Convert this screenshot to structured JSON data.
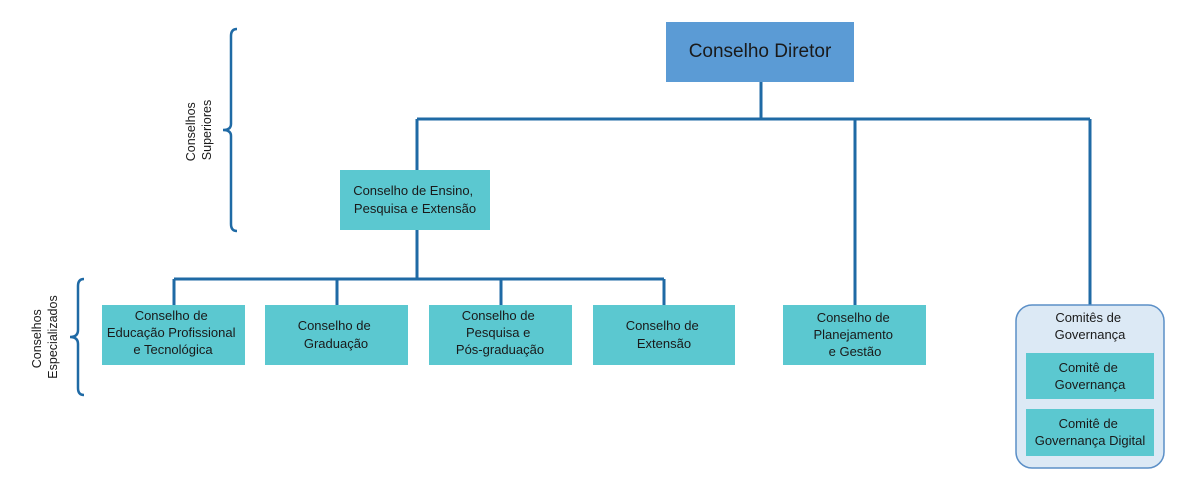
{
  "diagram": {
    "side_labels": {
      "superiores": [
        "Conselhos",
        "Superiores"
      ],
      "especializados": [
        "Conselhos",
        "Especializados"
      ]
    },
    "nodes": {
      "conselho_diretor": [
        "Conselho Diretor"
      ],
      "conselho_ensino": [
        "Conselho de Ensino,",
        "Pesquisa e Extensão"
      ],
      "conselho_educacao": [
        "Conselho de",
        "Educação Profissional",
        "e Tecnológica"
      ],
      "conselho_graduacao": [
        "Conselho de",
        "Graduação"
      ],
      "conselho_pesquisa": [
        "Conselho de",
        "Pesquisa e",
        "Pós-graduação"
      ],
      "conselho_extensao": [
        "Conselho de",
        "Extensão"
      ],
      "conselho_planejamento": [
        "Conselho de",
        "Planejamento",
        "e Gestão"
      ],
      "comites_group": [
        "Comitês de",
        "Governança"
      ],
      "comite_governanca": [
        "Comitê de",
        "Governança"
      ],
      "comite_digital": [
        "Comitê de",
        "Governança Digital"
      ]
    },
    "colors": {
      "top_box": "#5b9bd5",
      "box": "#5bc8d0",
      "connector": "#1f6aa5",
      "group_fill": "#dce9f5",
      "group_border": "#5b8fc7"
    }
  }
}
